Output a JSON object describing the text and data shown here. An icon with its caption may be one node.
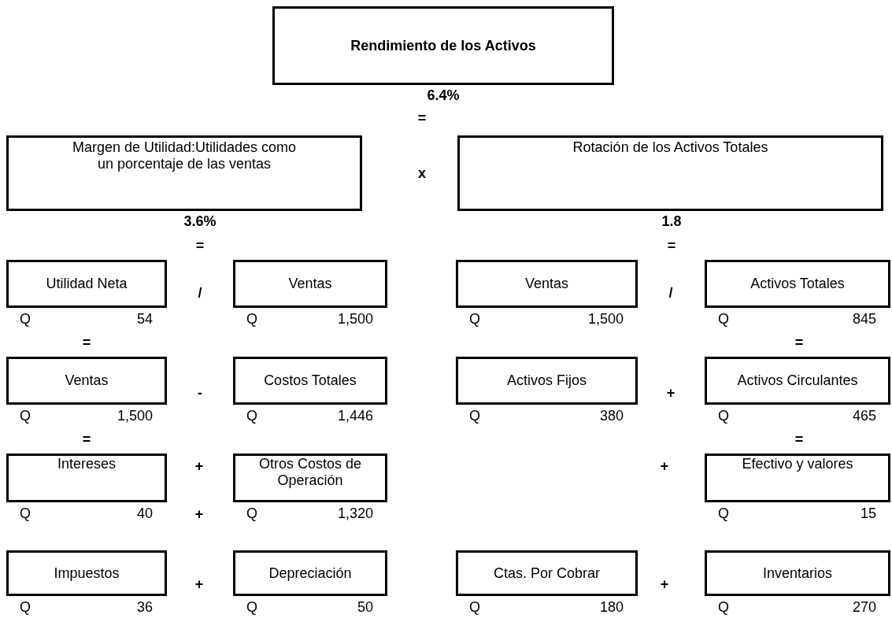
{
  "diagram": {
    "nodes": [
      {
        "text": [
          "Rendimiento de los Activos"
        ],
        "beside": [
          "6.4%"
        ]
      },
      {
        "text": [
          "Margen de Utilidad:Utilidades como un porcentaje de las ventas"
        ],
        "beside": [
          "3.6%"
        ]
      },
      {
        "text": [
          "Rotación de los Activos Totales"
        ],
        "beside": [
          "1.8"
        ]
      },
      {
        "text": [
          "Utilidad Neta"
        ],
        "beside": [
          "Q",
          "54"
        ]
      },
      {
        "text": [
          "Ventas"
        ],
        "beside": [
          "Q",
          "1,500"
        ]
      },
      {
        "text": [
          "Ventas"
        ],
        "beside": [
          "Q",
          "1,500"
        ]
      },
      {
        "text": [
          "Activos Totales"
        ],
        "beside": [
          "Q",
          "845"
        ]
      },
      {
        "text": [
          "Ventas"
        ],
        "beside": [
          "Q",
          "1,500"
        ]
      },
      {
        "text": [
          "Costos Totales"
        ],
        "beside": [
          "Q",
          "1,446"
        ]
      },
      {
        "text": [
          "Activos Fijos"
        ],
        "beside": [
          "Q",
          "380"
        ]
      },
      {
        "text": [
          "Activos Circulantes"
        ],
        "beside": [
          "Q",
          "465"
        ]
      },
      {
        "text": [
          "Intereses"
        ],
        "beside": [
          "Q",
          "40"
        ]
      },
      {
        "text": [
          "Otros Costos de Operación"
        ],
        "beside": [
          "Q",
          "1,320"
        ]
      },
      {
        "text": [
          "Efectivo y valores"
        ],
        "beside": [
          "Q",
          "15"
        ]
      },
      {
        "text": [
          "Impuestos"
        ],
        "beside": [
          "Q",
          "36"
        ]
      },
      {
        "text": [
          "Depreciación"
        ],
        "beside": [
          "Q",
          "50"
        ]
      },
      {
        "text": [
          "Ctas. Por Cobrar"
        ],
        "beside": [
          "Q",
          "180"
        ]
      },
      {
        "text": [
          "Inventarios"
        ],
        "beside": [
          "Q",
          "270"
        ]
      }
    ],
    "edges": [],
    "labels": [
      "=",
      "x",
      "=",
      "=",
      "/",
      "/",
      "=",
      "=",
      "-",
      "+",
      "=",
      "=",
      "+",
      "+",
      "+",
      "+",
      "+"
    ]
  }
}
